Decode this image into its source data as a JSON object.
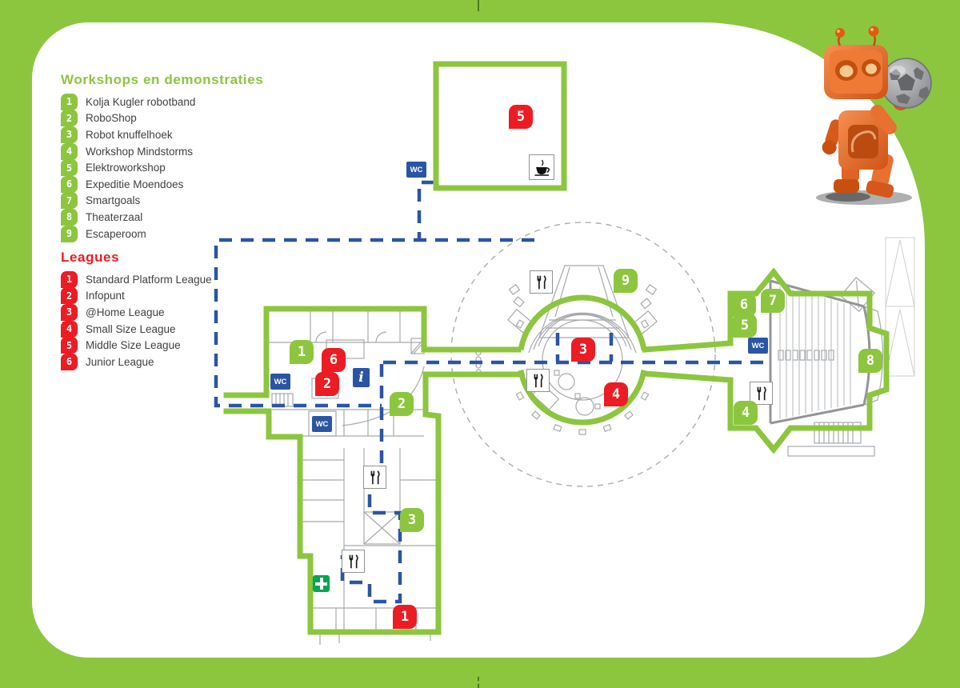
{
  "legend": {
    "workshops": {
      "title": "Workshops en demonstraties",
      "items": [
        {
          "num": "1",
          "label": "Kolja Kugler robotband"
        },
        {
          "num": "2",
          "label": "RoboShop"
        },
        {
          "num": "3",
          "label": "Robot knuffelhoek"
        },
        {
          "num": "4",
          "label": "Workshop Mindstorms"
        },
        {
          "num": "5",
          "label": "Elektroworkshop"
        },
        {
          "num": "6",
          "label": "Expeditie Moendoes"
        },
        {
          "num": "7",
          "label": "Smartgoals"
        },
        {
          "num": "8",
          "label": "Theaterzaal"
        },
        {
          "num": "9",
          "label": "Escaperoom"
        }
      ]
    },
    "leagues": {
      "title": "Leagues",
      "items": [
        {
          "num": "1",
          "label": "Standard Platform League"
        },
        {
          "num": "2",
          "label": "Infopunt"
        },
        {
          "num": "3",
          "label": "@Home League"
        },
        {
          "num": "4",
          "label": "Small Size League"
        },
        {
          "num": "5",
          "label": "Middle Size League"
        },
        {
          "num": "6",
          "label": "Junior League"
        }
      ]
    }
  },
  "map": {
    "workshop_markers": [
      {
        "num": "1"
      },
      {
        "num": "2"
      },
      {
        "num": "3"
      },
      {
        "num": "4"
      },
      {
        "num": "5"
      },
      {
        "num": "6"
      },
      {
        "num": "7"
      },
      {
        "num": "8"
      },
      {
        "num": "9"
      }
    ],
    "league_markers": [
      {
        "num": "1"
      },
      {
        "num": "2"
      },
      {
        "num": "3"
      },
      {
        "num": "4"
      },
      {
        "num": "5"
      },
      {
        "num": "6"
      }
    ],
    "wc_label": "WC",
    "info_label": "i",
    "icon_names": [
      "wc-badge",
      "info-badge",
      "first-aid-icon",
      "restaurant-icon",
      "coffee-icon"
    ],
    "colors": {
      "route_green": "#8CC63F",
      "path_blue": "#2B55A4",
      "marker_red": "#EC1C24",
      "first_aid_green": "#00A651",
      "plan_gray": "#A7A9AC"
    }
  },
  "mascot": {
    "description": "orange robot holding gray soccer ball"
  }
}
